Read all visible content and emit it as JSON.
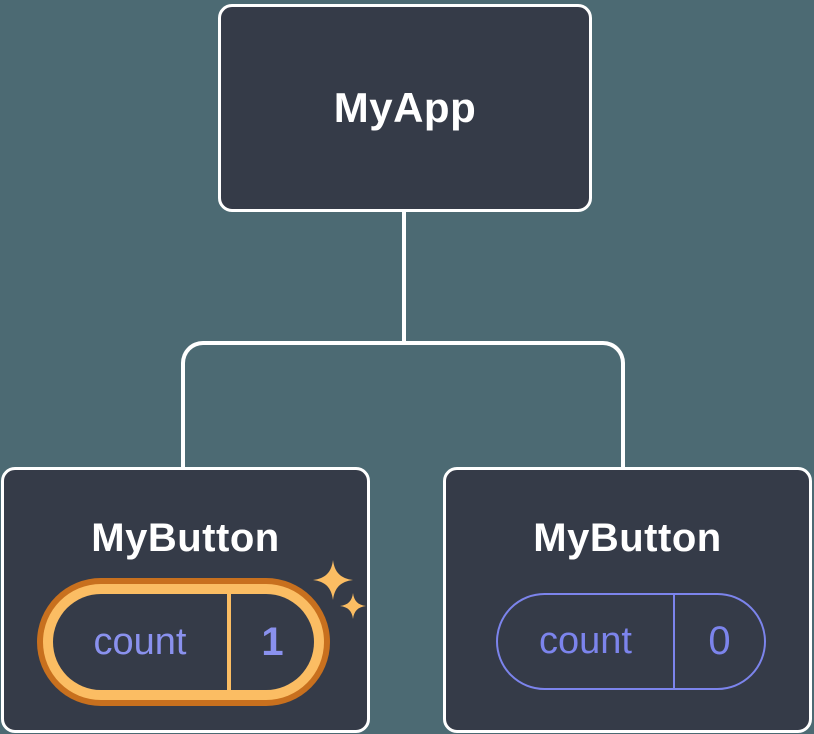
{
  "colors": {
    "background": "#4C6A73",
    "node_fill": "#353B48",
    "node_border": "#FFFFFF",
    "connector": "#FFFFFF",
    "text_primary": "#FFFFFF",
    "state_purple": "#7C84EC",
    "state_purple_light": "#8A91EE",
    "highlight_orange_dark": "#C8701E",
    "highlight_orange_light": "#FBBD63"
  },
  "icons": {
    "sparkle": "four-pointed-star"
  },
  "diagram": {
    "root": {
      "label": "MyApp"
    },
    "children": [
      {
        "label": "MyButton",
        "state": {
          "key": "count",
          "value": "1"
        },
        "highlighted": true
      },
      {
        "label": "MyButton",
        "state": {
          "key": "count",
          "value": "0"
        },
        "highlighted": false
      }
    ]
  }
}
